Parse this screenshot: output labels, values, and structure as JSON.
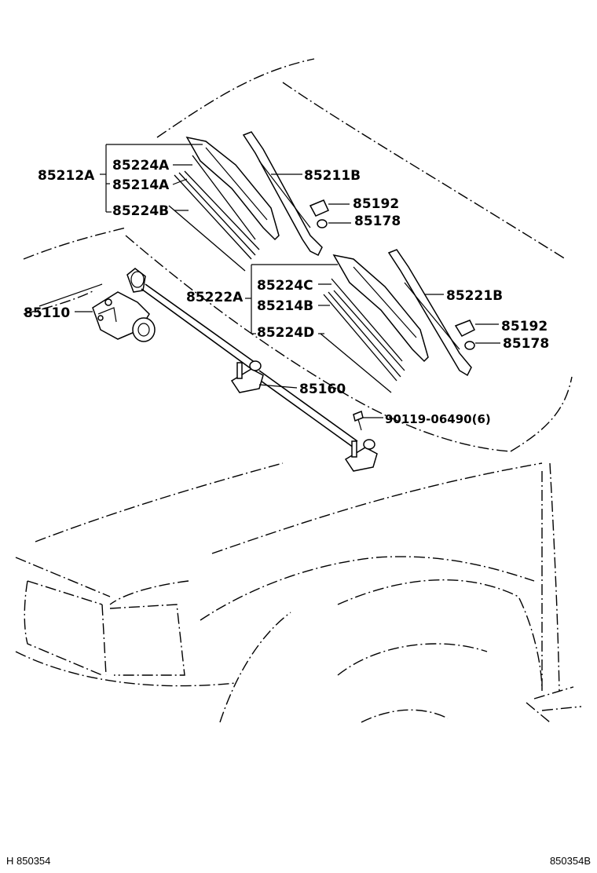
{
  "diagram": {
    "labels": {
      "p85212A": "85212A",
      "p85224A": "85224A",
      "p85214A": "85214A",
      "p85224B": "85224B",
      "p85211B": "85211B",
      "p85192_top": "85192",
      "p85178_top": "85178",
      "p85110": "85110",
      "p85222A": "85222A",
      "p85224C": "85224C",
      "p85214B": "85214B",
      "p85224D": "85224D",
      "p85221B": "85221B",
      "p85192_right": "85192",
      "p85178_right": "85178",
      "p85160": "85160",
      "p90119": "90119-06490(6)"
    },
    "footer": {
      "left": "H 850354",
      "right": "850354B"
    }
  }
}
